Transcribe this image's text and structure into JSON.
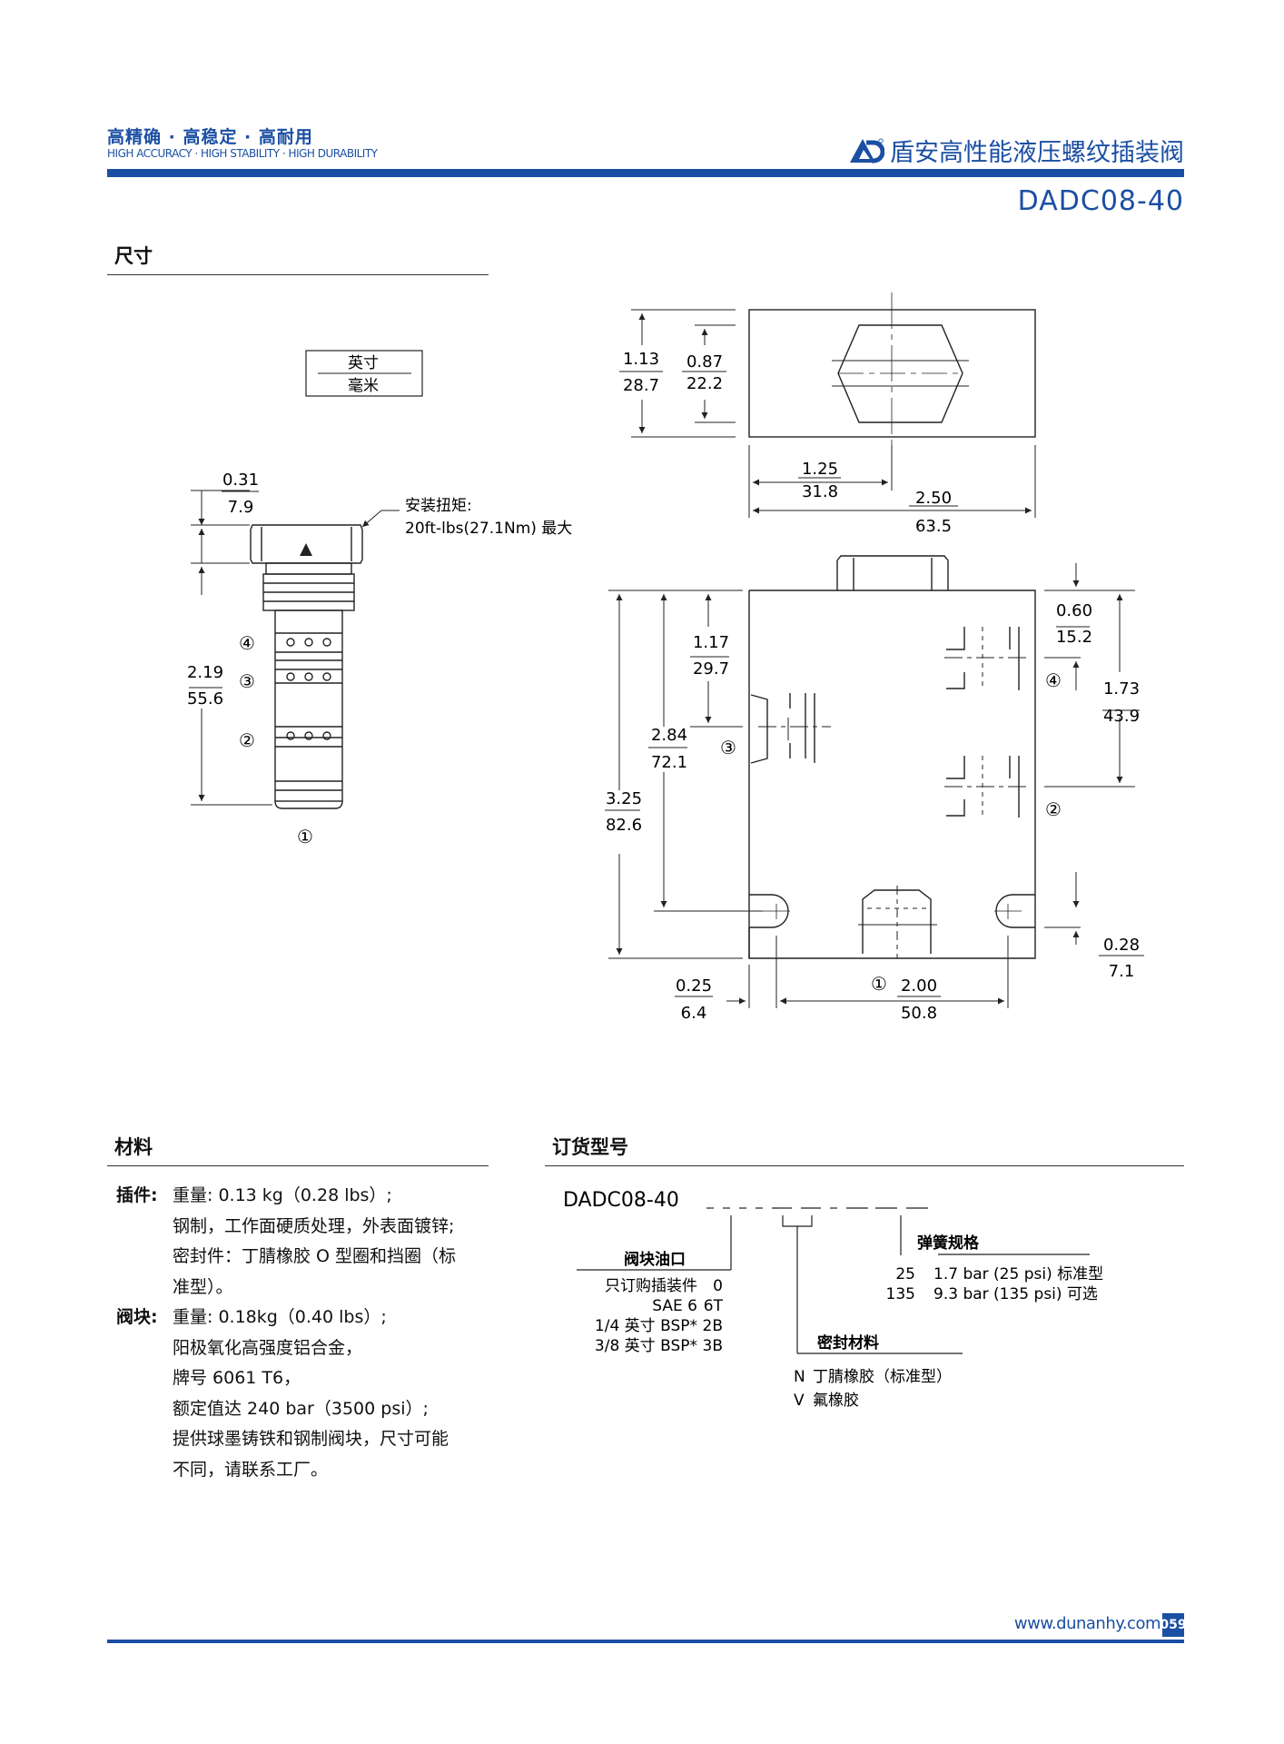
{
  "header": {
    "slogan_cn": "高精确 · 高稳定 · 高耐用",
    "slogan_en": "HIGH ACCURACY · HIGH STABILITY · HIGH DURABILITY",
    "brand": "盾安高性能液压螺纹插装阀",
    "model": "DADC08-40",
    "brand_color": "#1b4fa3"
  },
  "dimensions": {
    "title": "尺寸",
    "legend_top": "英寸",
    "legend_bottom": "毫米",
    "torque_label": "安装扭矩:",
    "torque_value": "20ft-lbs(27.1Nm) 最大",
    "cart_dims": [
      {
        "in": "0.31",
        "mm": "7.9"
      },
      {
        "in": "2.19",
        "mm": "55.6"
      }
    ],
    "top_dims": [
      {
        "in": "1.13",
        "mm": "28.7"
      },
      {
        "in": "0.87",
        "mm": "22.2"
      },
      {
        "in": "1.25",
        "mm": "31.8"
      },
      {
        "in": "2.50",
        "mm": "63.5"
      }
    ],
    "front_dims": [
      {
        "in": "1.17",
        "mm": "29.7"
      },
      {
        "in": "2.84",
        "mm": "72.1"
      },
      {
        "in": "3.25",
        "mm": "82.6"
      },
      {
        "in": "0.60",
        "mm": "15.2"
      },
      {
        "in": "1.73",
        "mm": "43.9"
      },
      {
        "in": "0.28",
        "mm": "7.1"
      },
      {
        "in": "0.25",
        "mm": "6.4"
      },
      {
        "in": "2.00",
        "mm": "50.8"
      }
    ],
    "ports": [
      "①",
      "②",
      "③",
      "④"
    ]
  },
  "materials": {
    "title": "材料",
    "cartridge_label": "插件:",
    "cartridge_lines": [
      "重量: 0.13 kg（0.28 lbs）;",
      "钢制，工作面硬质处理，外表面镀锌;",
      "密封件：丁腈橡胶 O 型圈和挡圈（标",
      "准型）。"
    ],
    "body_label": "阀块:",
    "body_lines": [
      "重量: 0.18kg（0.40 lbs）;",
      "阳极氧化高强度铝合金，",
      "牌号 6061 T6，",
      "额定值达 240 bar（3500 psi）;",
      "提供球墨铸铁和钢制阀块，尺寸可能",
      "不同，请联系工厂。"
    ]
  },
  "ordering": {
    "title": "订货型号",
    "model": "DADC08-40",
    "port_title": "阀块油口",
    "port_options": [
      {
        "desc": "只订购插装件",
        "code": "0"
      },
      {
        "desc": "SAE 6",
        "code": "6T"
      },
      {
        "desc": "1/4 英寸 BSP*",
        "code": "2B"
      },
      {
        "desc": "3/8 英寸 BSP*",
        "code": "3B"
      }
    ],
    "seal_title": "密封材料",
    "seal_options": [
      {
        "code": "N",
        "desc": "丁腈橡胶（标准型）"
      },
      {
        "code": "V",
        "desc": "氟橡胶"
      }
    ],
    "spring_title": "弹簧规格",
    "spring_options": [
      {
        "code": "25",
        "desc": "1.7 bar (25 psi)  标准型"
      },
      {
        "code": "135",
        "desc": "9.3 bar (135 psi)  可选"
      }
    ]
  },
  "footer": {
    "url": "www.dunanhy.com",
    "page": "059"
  }
}
